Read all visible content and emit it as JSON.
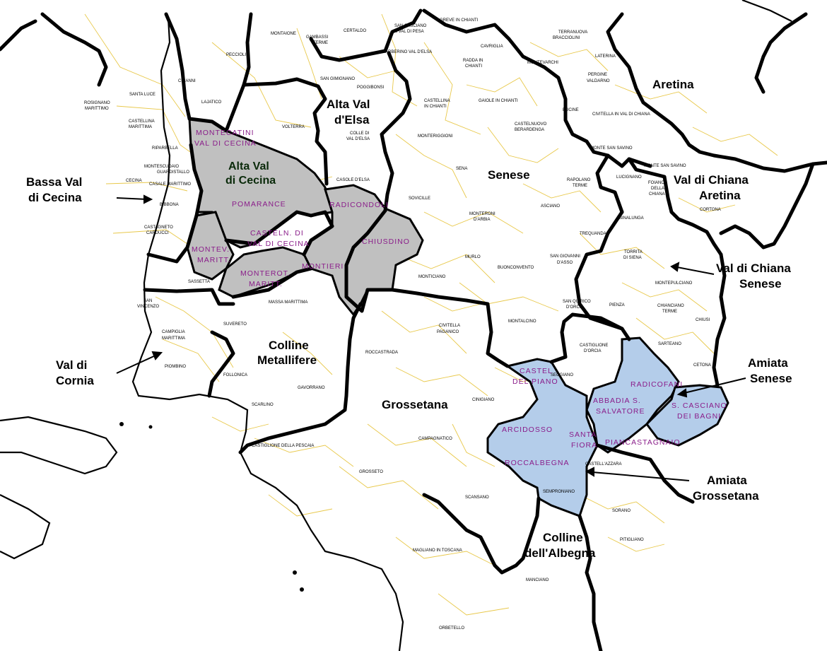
{
  "colors": {
    "gray_area": "#c0c0c0",
    "blue_area": "#b4cdea",
    "municipal_border": "#e8c84a",
    "purple_label": "#8a1d8a"
  },
  "zones": [
    {
      "lines": [
        "Alta Val",
        "d'Elsa"
      ]
    },
    {
      "lines": [
        "Aretina"
      ]
    },
    {
      "lines": [
        "Bassa Val",
        "di Cecina"
      ]
    },
    {
      "lines": [
        "Alta Val",
        "di Cecina"
      ]
    },
    {
      "lines": [
        "Senese"
      ]
    },
    {
      "lines": [
        "Val di Chiana",
        "Aretina"
      ]
    },
    {
      "lines": [
        "Val di Chiana",
        "Senese"
      ]
    },
    {
      "lines": [
        "Colline",
        "Metallifere"
      ]
    },
    {
      "lines": [
        "Val di",
        "Cornia"
      ]
    },
    {
      "lines": [
        "Grossetana"
      ]
    },
    {
      "lines": [
        "Amiata",
        "Senese"
      ]
    },
    {
      "lines": [
        "Amiata",
        "Grossetana"
      ]
    },
    {
      "lines": [
        "Colline",
        "dell'Albegna"
      ]
    }
  ],
  "highlighted_towns": [
    {
      "lines": [
        "MONTECATINI",
        "VAL DI CECINA"
      ]
    },
    {
      "lines": [
        "POMARANCE"
      ]
    },
    {
      "lines": [
        "RADICONDOLI"
      ]
    },
    {
      "lines": [
        "CASTELN. DI",
        "VAL DI CECINA"
      ]
    },
    {
      "lines": [
        "CHIUSDINO"
      ]
    },
    {
      "lines": [
        "MONTEV.",
        "MARITT."
      ]
    },
    {
      "lines": [
        "MONTIERI"
      ]
    },
    {
      "lines": [
        "MONTEROT.",
        "MARITT."
      ]
    },
    {
      "lines": [
        "CASTEL",
        "DEL PIANO"
      ]
    },
    {
      "lines": [
        "RADICOFANI"
      ]
    },
    {
      "lines": [
        "ABBADIA S.",
        "SALVATORE"
      ]
    },
    {
      "lines": [
        "S. CASCIANO",
        "DEI BAGNI"
      ]
    },
    {
      "lines": [
        "ARCIDOSSO"
      ]
    },
    {
      "lines": [
        "SANTA",
        "FIORA"
      ]
    },
    {
      "lines": [
        "PIANCASTAGNAIO"
      ]
    },
    {
      "lines": [
        "ROCCALBEGNA"
      ]
    }
  ],
  "towns": [
    "MONTAIONE",
    "CERTALDO",
    "SAN CASCIANO",
    "IN VAL DI PESA",
    "GREVE IN CHIANTI",
    "TERRANUOVA",
    "BRACCIOLINI",
    "CAVRIGLIA",
    "GAMBASSI",
    "TERME",
    "BARBERINO VAL D'ELSA",
    "PECCIOLI",
    "LATERINA",
    "MONTEVARCHI",
    "RADDA IN",
    "CHIANTI",
    "SAN GIMIGNANO",
    "POGGIBONSI",
    "PERGINE",
    "VALDARNO",
    "CHIANNI",
    "SANTA LUCE",
    "LAJATICO",
    "CASTELLINA",
    "IN CHIANTI",
    "GAIOLE IN CHIANTI",
    "BUCINE",
    "CIVITELLA IN VAL DI CHIANA",
    "ROSIGNANO",
    "MARITTIMO",
    "CASTELLINA",
    "MARITTIMA",
    "VOLTERRA",
    "COLLE DI",
    "VAL D'ELSA",
    "MONTERIGGIONI",
    "CASTELNUOVO",
    "BERARDENGA",
    "MONTE SAN SAVINO",
    "RIPARBELLA",
    "MONTESCUDAIO",
    "GUARDISTALLO",
    "MONTE SAN SAVINO",
    "CECINA",
    "CASALE MARITTIMO",
    "CASOLE D'ELSA",
    "SENA",
    "RAPOLANO",
    "TERME",
    "LUCIGNANO",
    "FOIANO",
    "DELLA",
    "CHIANA",
    "BIBBONA",
    "SOVICILLE",
    "ASCIANO",
    "CORTONA",
    "CASTAGNETO",
    "CARDUCCI",
    "MONTERONI",
    "D'ARBIA",
    "SINALUNGA",
    "TREQUANDA",
    "TORRITA",
    "DI SIENA",
    "SASSETTA",
    "MURLO",
    "SAN GIOVANNI",
    "D'ASSO",
    "MONTICIANO",
    "BUONCONVENTO",
    "MONTEPULCIANO",
    "SAN",
    "VINCENZO",
    "MASSA MARITTIMA",
    "SAN QUIRICO",
    "D'ORCIA",
    "PIENZA",
    "CHIANCIANO",
    "TERME",
    "CHIUSI",
    "SUVERETO",
    "CAMPIGLIA",
    "MARITTIMA",
    "CIVITELLA",
    "PAGANICO",
    "MONTALCINO",
    "CASTIGLIONE",
    "D'ORCIA",
    "SARTEANO",
    "ROCCASTRADA",
    "PIOMBINO",
    "CETONA",
    "FOLLONICA",
    "SEGGIANO",
    "GAVORRANO",
    "CINIGIANO",
    "SCARLINO",
    "CAMPAGNATICO",
    "CASTIGLIONE DELLA PESCAIA",
    "CASTELL'AZZARA",
    "GROSSETO",
    "SEMPRONIANO",
    "SCANSANO",
    "SORANO",
    "MAGLIANO IN TOSCANA",
    "PITIGLIANO",
    "MANCIANO",
    "ORBETELLO"
  ]
}
